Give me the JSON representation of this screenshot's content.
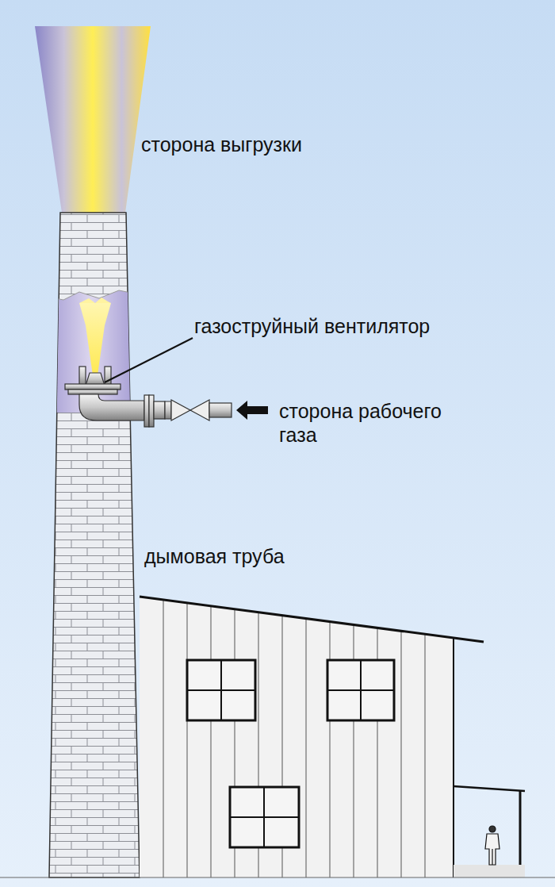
{
  "diagram": {
    "labels": [
      "сторона выгрузки",
      "газоструйный вентилятор",
      "сторона рабочего газа",
      "дымовая труба"
    ]
  }
}
